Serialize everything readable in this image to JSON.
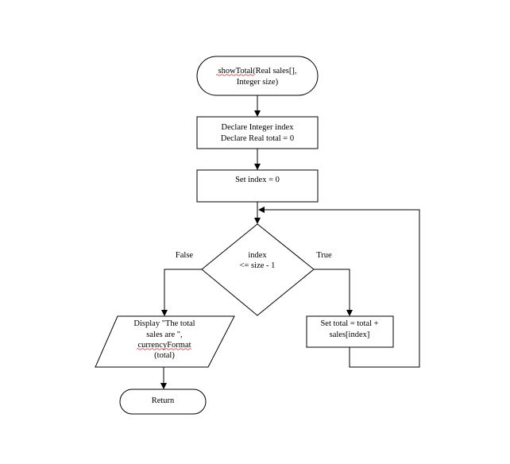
{
  "flowchart": {
    "start": {
      "line1_prefix": "showTotal",
      "line1_suffix": "(Real sales[],",
      "line2": "Integer size)"
    },
    "declare": {
      "line1": "Declare Integer index",
      "line2": "Declare Real total = 0"
    },
    "set_index": {
      "line1": "Set index = 0"
    },
    "decision": {
      "line1": "index",
      "line2": "<= size - 1",
      "false_label": "False",
      "true_label": "True"
    },
    "loop_body": {
      "line1": "Set total = total +",
      "line2": "sales[index]"
    },
    "display": {
      "line1": "Display \"The total",
      "line2": "sales are \",",
      "line3": "currencyFormat",
      "line4": "(total)"
    },
    "end": {
      "line1": "Return"
    },
    "colors": {
      "stroke": "#000000",
      "fill": "#ffffff",
      "spellcheck": "#d21f1f"
    }
  }
}
